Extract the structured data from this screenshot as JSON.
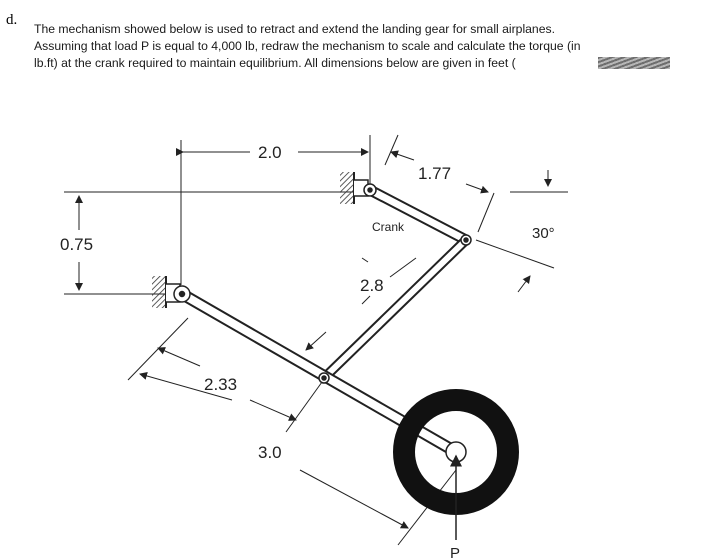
{
  "problem": {
    "marker": "d.",
    "lines": [
      "The mechanism showed below is used to retract and extend the landing gear for small airplanes.",
      "Assuming that load P is equal to 4,000 lb, redraw the mechanism to scale and calculate the torque (in",
      "lb.ft) at the crank required to maintain equilibrium.  All dimensions below are given in feet ("
    ]
  },
  "diagram": {
    "dim_top_horizontal": "2.0",
    "dim_crank_length": "1.77",
    "dim_vertical_offset": "0.75",
    "dim_coupler": "2.8",
    "dim_lower_link": "2.33",
    "dim_full_strut": "3.0",
    "crank_label": "Crank",
    "angle_label": "30°",
    "load_label": "P"
  }
}
